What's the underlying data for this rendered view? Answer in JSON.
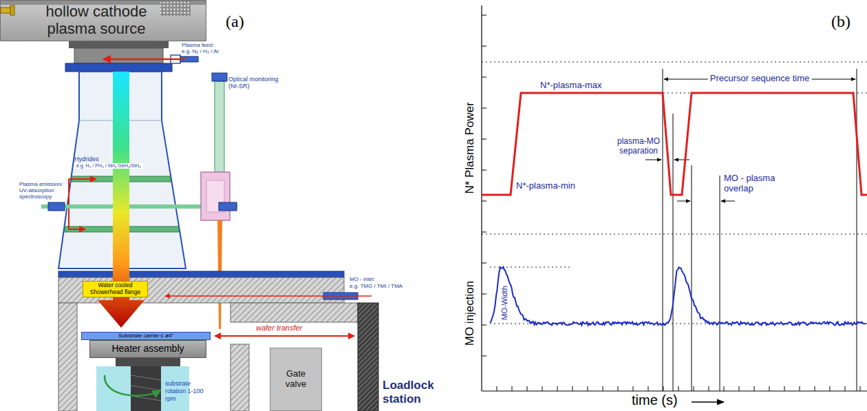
{
  "diagram": {
    "nodes": [
      {
        "text": [
          "hollow cathode plasma source"
        ]
      },
      {
        "text": [
          "Water cooled Showerhead flange"
        ]
      },
      {
        "text": [
          "Substrate carrier ≤ ø4\""
        ]
      },
      {
        "text": [
          "Heater assembly"
        ]
      },
      {
        "text": [
          "Gate valve"
        ]
      }
    ],
    "labels": [
      "(a)",
      "Plasma feed:",
      "e.g. N₂ / H₂ / Ar",
      "Optical monitoring (NI-SR)",
      "Hydrides",
      "e.g. H₂ / PH₃ / NH₃ GeH₄/SiH₄",
      "Plasma emission/ UV-absorption spectroscopy",
      "MO - inlet:",
      "e.g. TMG / TMI / TMA",
      "wafer transfer",
      "Loadlock station",
      "substrate rotation 1-100 rpm",
      "(b)",
      "N* Plasma Power",
      "MO injection",
      "time (s)",
      "N*-plasma-max",
      "N*-plasma-min",
      "Precursor sequence time",
      "plasma-MO separation",
      "MO - plasma overlap",
      "MO-Width"
    ]
  }
}
